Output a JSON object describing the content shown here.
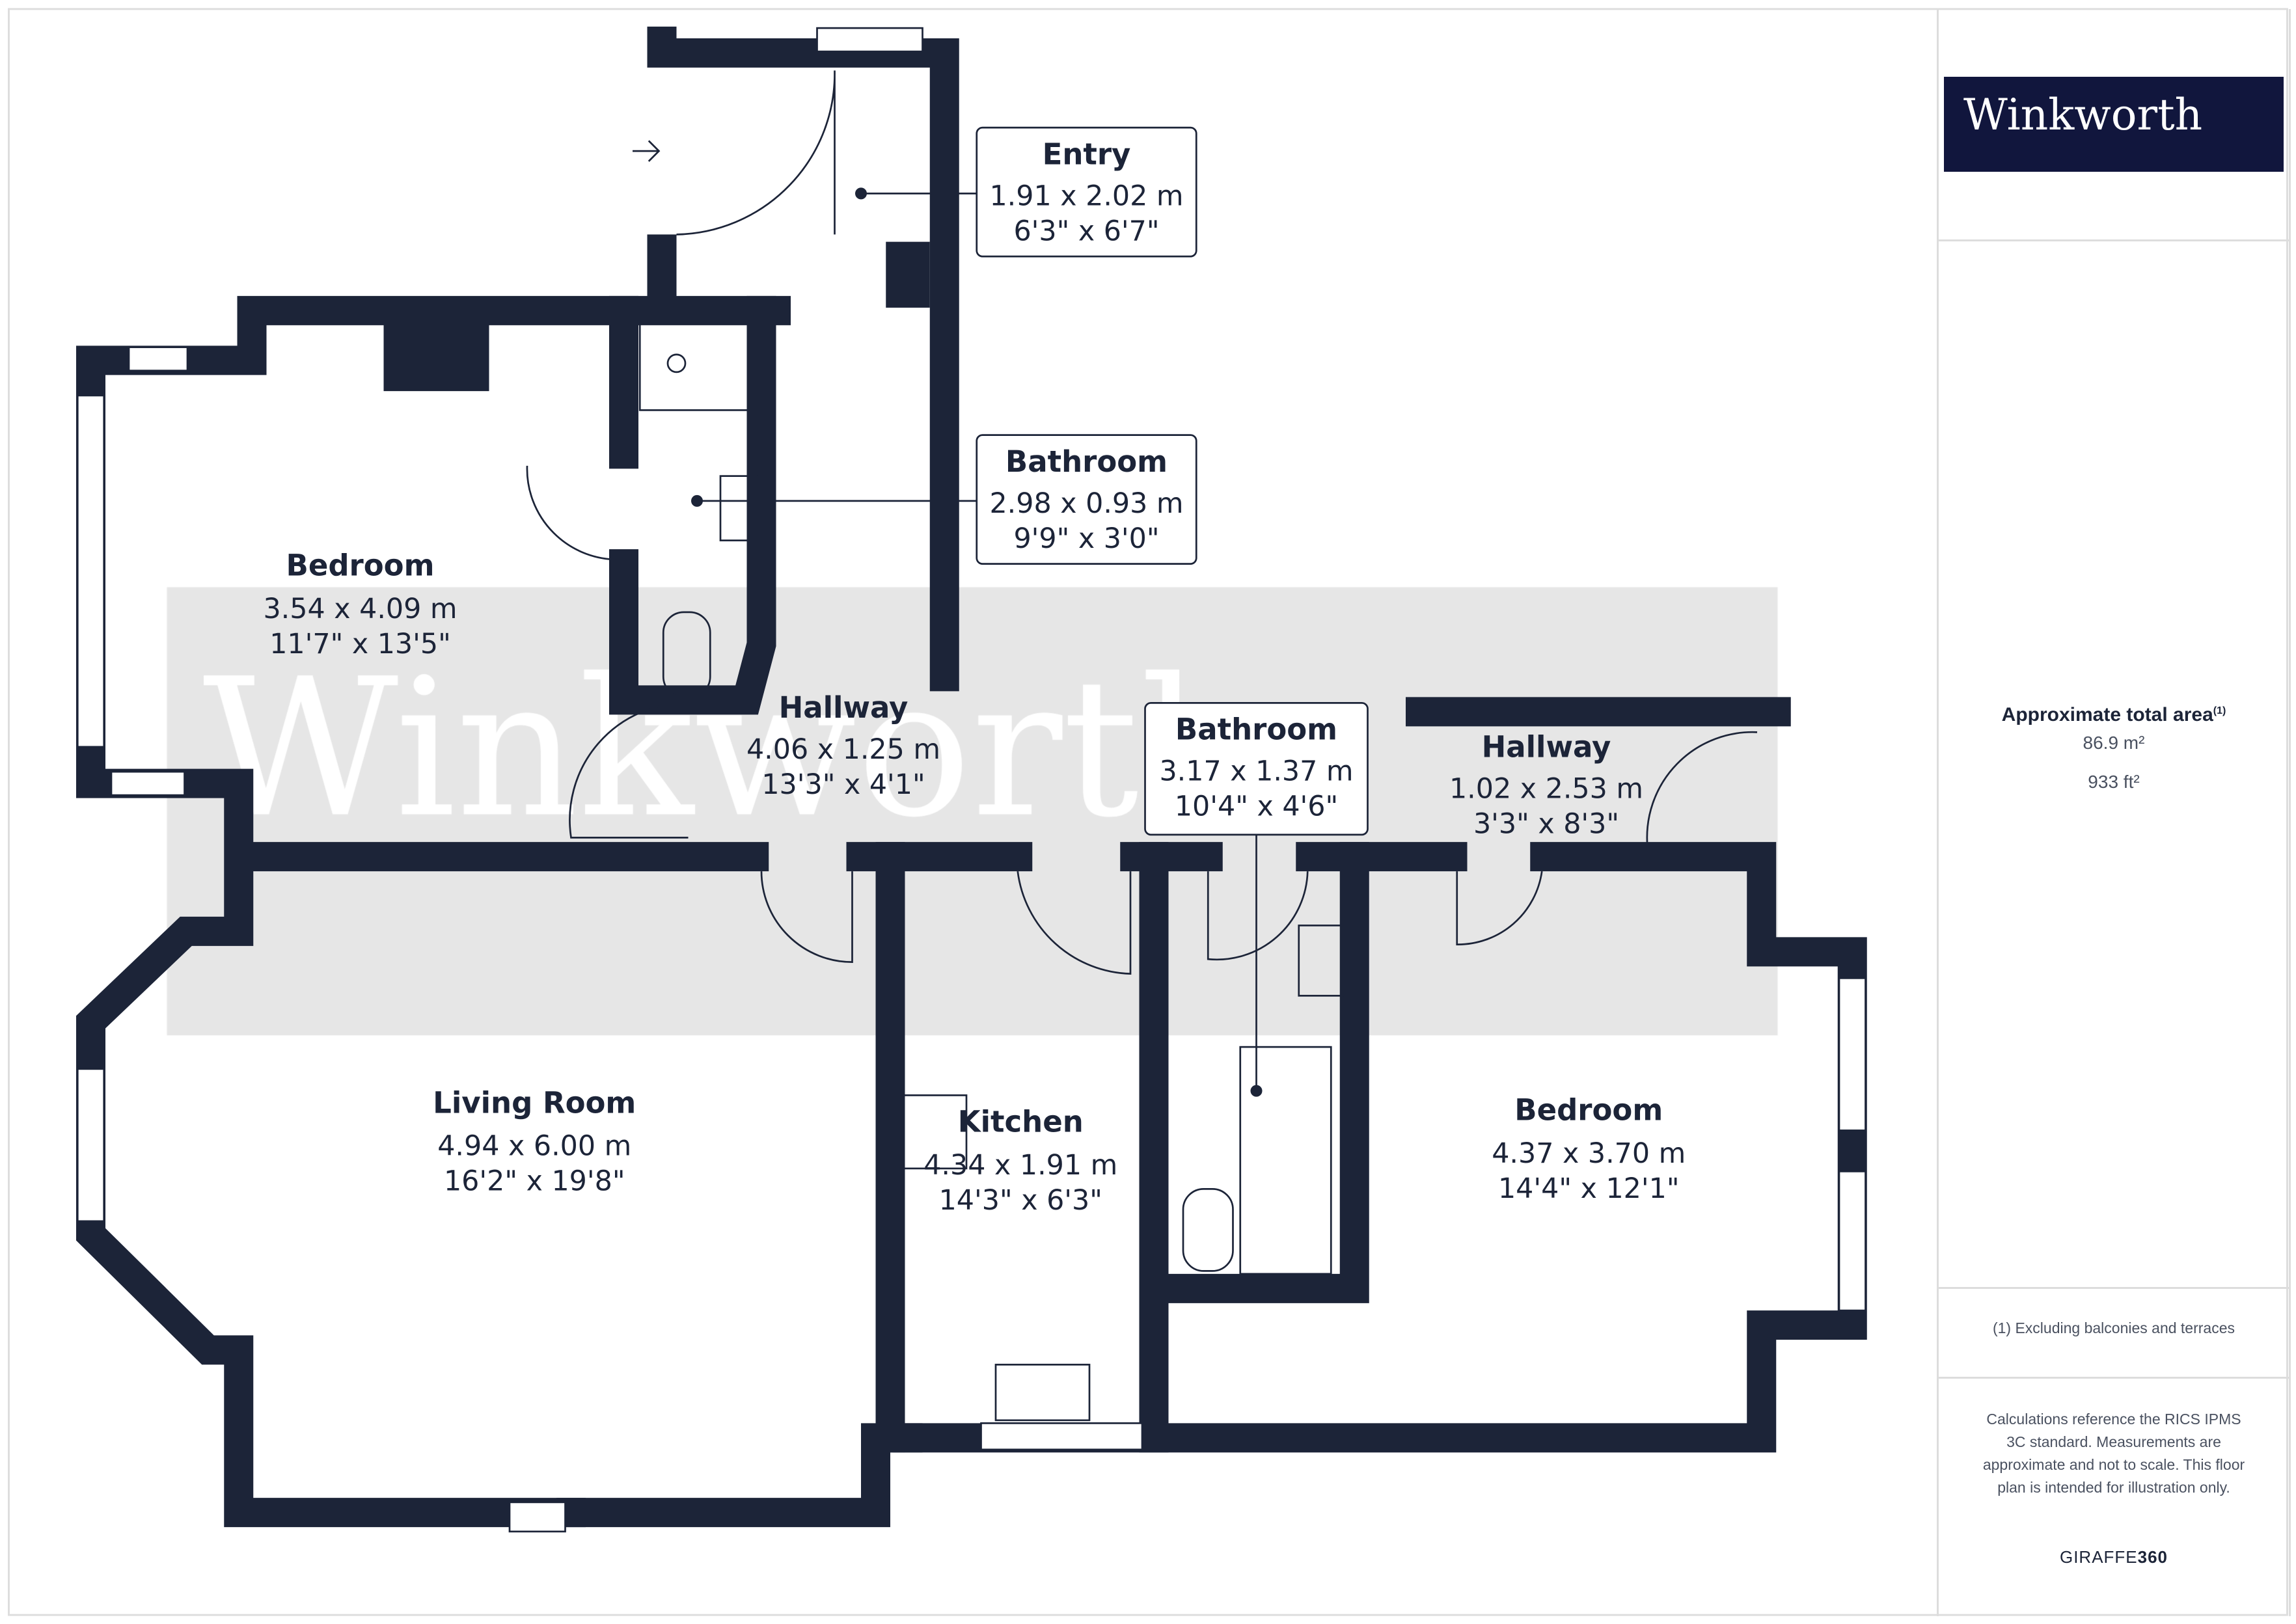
{
  "watermark": "Winkworth",
  "rooms": [
    {
      "name": "Entry",
      "metric": "1.91 x 2.02 m",
      "imperial": "6'3\" x 6'7\""
    },
    {
      "name": "Bathroom",
      "metric": "2.98 x 0.93 m",
      "imperial": "9'9\" x 3'0\""
    },
    {
      "name": "Bedroom",
      "metric": "3.54 x 4.09 m",
      "imperial": "11'7\" x 13'5\""
    },
    {
      "name": "Hallway",
      "metric": "4.06 x 1.25 m",
      "imperial": "13'3\" x 4'1\""
    },
    {
      "name": "Bathroom",
      "metric": "3.17 x 1.37 m",
      "imperial": "10'4\" x 4'6\""
    },
    {
      "name": "Hallway",
      "metric": "1.02 x 2.53 m",
      "imperial": "3'3\" x 8'3\""
    },
    {
      "name": "Living Room",
      "metric": "4.94 x 6.00 m",
      "imperial": "16'2\" x 19'8\""
    },
    {
      "name": "Kitchen",
      "metric": "4.34 x 1.91 m",
      "imperial": "14'3\" x 6'3\""
    },
    {
      "name": "Bedroom",
      "metric": "4.37 x 3.70 m",
      "imperial": "14'4\" x 12'1\""
    }
  ],
  "panel": {
    "brand": "Winkworth",
    "area_title": "Approximate total area",
    "area_footnote_mark": "(1)",
    "area_m2": "86.9 m²",
    "area_ft2": "933 ft²",
    "footnote": "(1) Excluding balconies and terraces",
    "disclaimer": "Calculations reference the RICS IPMS 3C standard. Measurements are approximate and not to scale. This floor plan is intended for illustration only.",
    "credit_light": "GIRAFFE",
    "credit_bold": "360"
  },
  "colors": {
    "wall": "#1c2438",
    "brand": "#11163d",
    "watermark_band": "#e6e6e6"
  }
}
